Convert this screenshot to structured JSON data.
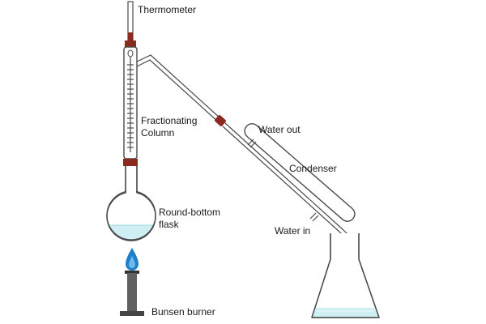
{
  "labels": {
    "thermometer": "Thermometer",
    "fractionating_column_line1": "Fractionating",
    "fractionating_column_line2": "Column",
    "water_out": "Water out",
    "condenser": "Condenser",
    "round_bottom_flask_line1": "Round-bottom",
    "round_bottom_flask_line2": "flask",
    "water_in": "Water in",
    "bunsen_burner": "Bunsen burner"
  },
  "colors": {
    "glass_outline": "#4a4a4a",
    "stopper": "#8b2a1e",
    "liquid": "#cfeff5",
    "flame": "#1f7fc8",
    "burner": "#555555",
    "droplet": "#bfe3f2"
  }
}
